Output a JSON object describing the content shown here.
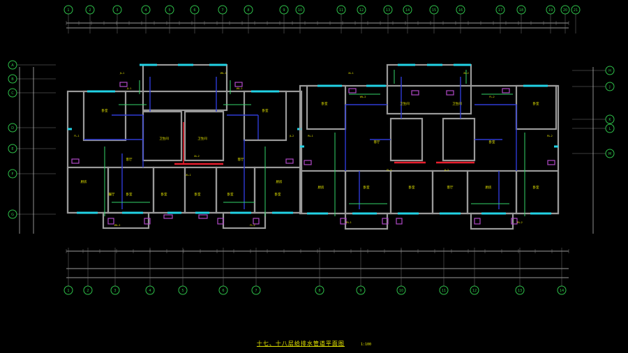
{
  "drawing": {
    "title": "十七、十八层给排水管道平面图",
    "scale": "1:100",
    "colors": {
      "background": "#000000",
      "wall": "#9a9a9a",
      "window": "#22d3e6",
      "supply": "#2f3bd6",
      "drain": "#33d66a",
      "hot": "#e0e0e0",
      "fire": "#e81e2e",
      "label": "#e8e800",
      "fixture": "#b04ac8",
      "grid": "#2ec24a"
    }
  },
  "top_axis_labels": [
    "1",
    "2",
    "3",
    "4",
    "5",
    "6",
    "7",
    "8",
    "9",
    "10",
    "11",
    "12",
    "13",
    "14",
    "15",
    "16",
    "17",
    "18",
    "19",
    "20",
    "21"
  ],
  "bottom_axis_labels": [
    "1",
    "2",
    "3",
    "4",
    "5",
    "6",
    "7",
    "8",
    "9",
    "10",
    "11",
    "12",
    "13",
    "14"
  ],
  "left_axis_labels": [
    "A",
    "B",
    "C",
    "D",
    "E",
    "F",
    "G"
  ],
  "right_axis_labels": [
    "H",
    "J",
    "K",
    "L",
    "M"
  ],
  "rooms_left": [
    "卧室",
    "卧室",
    "客厅",
    "厨房",
    "卫生间",
    "餐厅",
    "卧室",
    "卧室",
    "卧室",
    "卧室",
    "客厅",
    "厨房",
    "卫生间",
    "卧室"
  ],
  "rooms_right": [
    "卧室",
    "客厅",
    "厨房",
    "卧室",
    "卫生间",
    "卧室",
    "卧室",
    "客厅",
    "厨房",
    "卫生间",
    "卧室",
    "卧室"
  ],
  "pipe_tags": [
    "JL-1",
    "WL-1",
    "FL-1",
    "JL-2",
    "WL-2",
    "FL-2",
    "XL-1",
    "XL-2",
    "RL-1",
    "RL-2"
  ]
}
